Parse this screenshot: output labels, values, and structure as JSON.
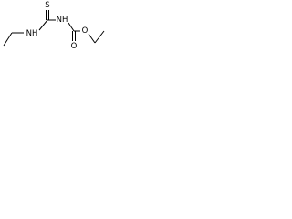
{
  "molecule": {
    "atoms": {
      "S": "S",
      "NH_left": "NH",
      "NH_right": "NH",
      "O_carbonyl": "O",
      "O_ester": "O"
    }
  }
}
